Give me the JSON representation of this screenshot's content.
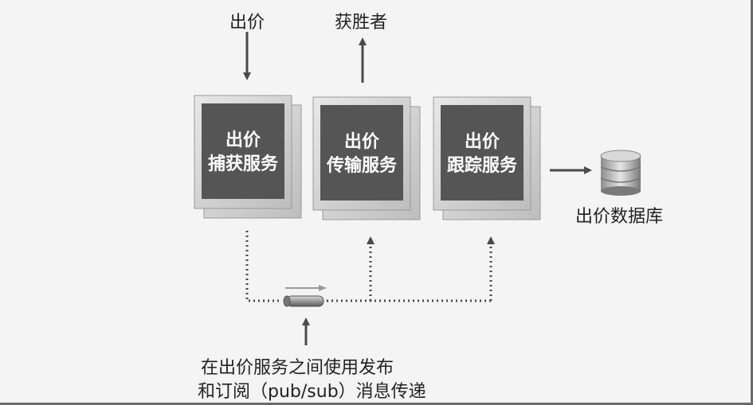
{
  "top_labels": {
    "bid_in": "出价",
    "winner_out": "获胜者"
  },
  "services": [
    {
      "line1": "出价",
      "line2": "捕获服务"
    },
    {
      "line1": "出价",
      "line2": "传输服务"
    },
    {
      "line1": "出价",
      "line2": "跟踪服务"
    }
  ],
  "database": {
    "label": "出价数据库"
  },
  "pubsub_caption": {
    "line1": "在出价服务之间使用发布",
    "line2": "和订阅（pub/sub）消息传递"
  }
}
